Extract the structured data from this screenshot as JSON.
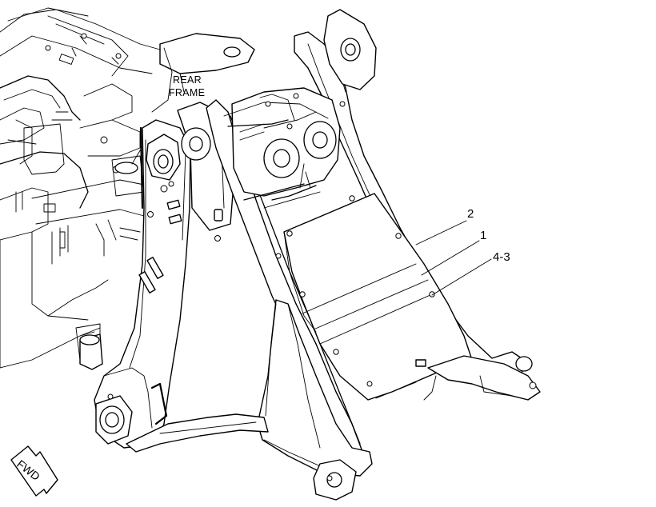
{
  "labels": {
    "rear_frame_line1": "REAR",
    "rear_frame_line2": "FRAME",
    "callout_2": "2",
    "callout_1": "1",
    "callout_4_3": "4-3",
    "fwd": "FWD"
  }
}
